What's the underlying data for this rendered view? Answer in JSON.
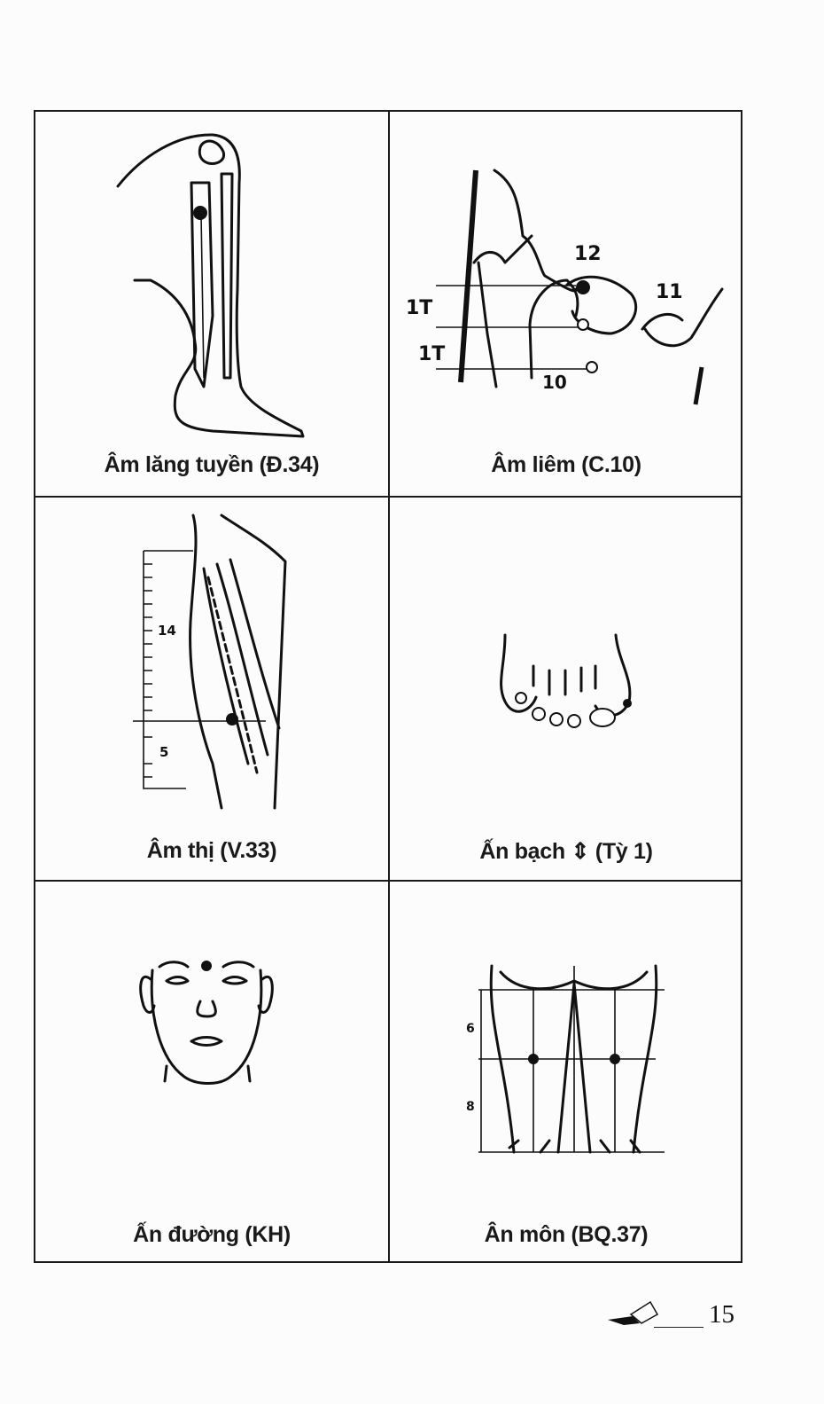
{
  "page": {
    "number": "15",
    "footer_icon": "bird-ornament-icon"
  },
  "cells": [
    {
      "id": 1,
      "caption": "Âm lăng tuyền (Đ.34)",
      "figure": "lower-leg-side-view",
      "point": "filled-dot"
    },
    {
      "id": 2,
      "caption": "Âm liêm (C.10)",
      "figure": "groin-region",
      "labels": [
        "12",
        "11",
        "1T",
        "1T",
        "10"
      ]
    },
    {
      "id": 3,
      "caption": "Âm thị (V.33)",
      "figure": "thigh-with-ruler",
      "labels": [
        "14",
        "5"
      ]
    },
    {
      "id": 4,
      "caption": "Ấn bạch ⇕ (Tỳ 1)",
      "figure": "foot-toes",
      "point": "filled-dot"
    },
    {
      "id": 5,
      "caption": "Ấn đường (KH)",
      "figure": "face-front",
      "point": "filled-dot"
    },
    {
      "id": 6,
      "caption": "Ân môn (BQ.37)",
      "figure": "back-of-thighs",
      "labels": [
        "6",
        "8"
      ]
    }
  ]
}
